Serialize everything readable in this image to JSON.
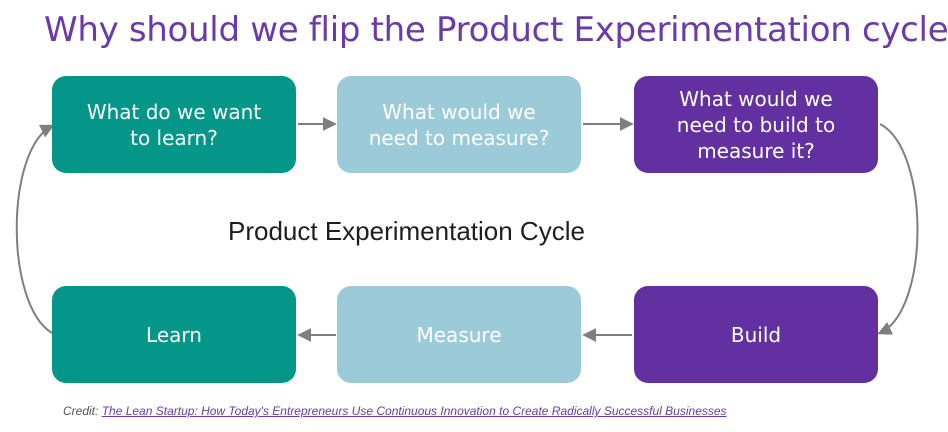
{
  "title": "Why should we flip the Product Experimentation cycle?",
  "center_label": "Product Experimentation Cycle",
  "boxes": {
    "learn_question": {
      "lines": [
        "What do we want",
        "to learn?"
      ]
    },
    "measure_question": {
      "lines": [
        "What would we",
        "need to measure?"
      ]
    },
    "build_question": {
      "lines": [
        "What would we",
        "need to build to",
        "measure it?"
      ]
    },
    "learn": {
      "label": "Learn"
    },
    "measure": {
      "label": "Measure"
    },
    "build": {
      "label": "Build"
    }
  },
  "credit": {
    "prefix": "Credit: ",
    "source": "The Lean Startup: How Today's Entrepreneurs Use Continuous Innovation to Create Radically Successful Businesses"
  },
  "colors": {
    "title": "#6a3aa8",
    "teal": "#05968a",
    "light_blue": "#9bcbd9",
    "purple": "#6230a0",
    "arrow": "#7f7f7f"
  }
}
